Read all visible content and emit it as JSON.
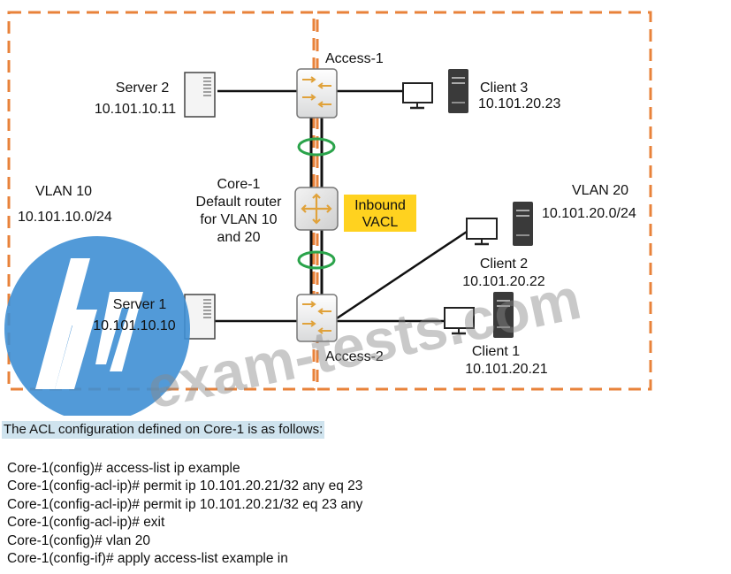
{
  "diagram": {
    "access1": {
      "name": "Access-1"
    },
    "access2": {
      "name": "Access-2"
    },
    "core": {
      "lines": [
        "Core-1",
        "Default router",
        "for VLAN 10",
        "and 20"
      ]
    },
    "vacl_badge": {
      "lines": [
        "Inbound",
        "VACL"
      ],
      "color": "#ffd21f"
    },
    "server2": {
      "name": "Server 2",
      "ip": "10.101.10.11"
    },
    "server1": {
      "name": "Server 1",
      "ip": "10.101.10.10"
    },
    "client3": {
      "name": "Client 3",
      "ip": "10.101.20.23"
    },
    "client2": {
      "name": "Client 2",
      "ip": "10.101.20.22"
    },
    "client1": {
      "name": "Client 1",
      "ip": "10.101.20.21"
    },
    "vlan10": {
      "name": "VLAN 10",
      "subnet": "10.101.10.0/24"
    },
    "vlan20": {
      "name": "VLAN 20",
      "subnet": "10.101.20.0/24"
    },
    "colors": {
      "vlan_border": "#e8823a",
      "lag": "#2aa34a",
      "logo": "#3f8fd4"
    }
  },
  "watermark": {
    "text": "exam-tests.com"
  },
  "acl_section": {
    "heading": "The ACL configuration defined on Core-1 is as follows:",
    "lines": [
      "Core-1(config)# access-list ip example",
      "Core-1(config-acl-ip)# permit ip 10.101.20.21/32 any eq 23",
      "Core-1(config-acl-ip)# permit ip 10.101.20.21/32 eq 23 any",
      "Core-1(config-acl-ip)# exit",
      "Core-1(config)# vlan 20",
      "Core-1(config-if)# apply access-list example in"
    ]
  }
}
